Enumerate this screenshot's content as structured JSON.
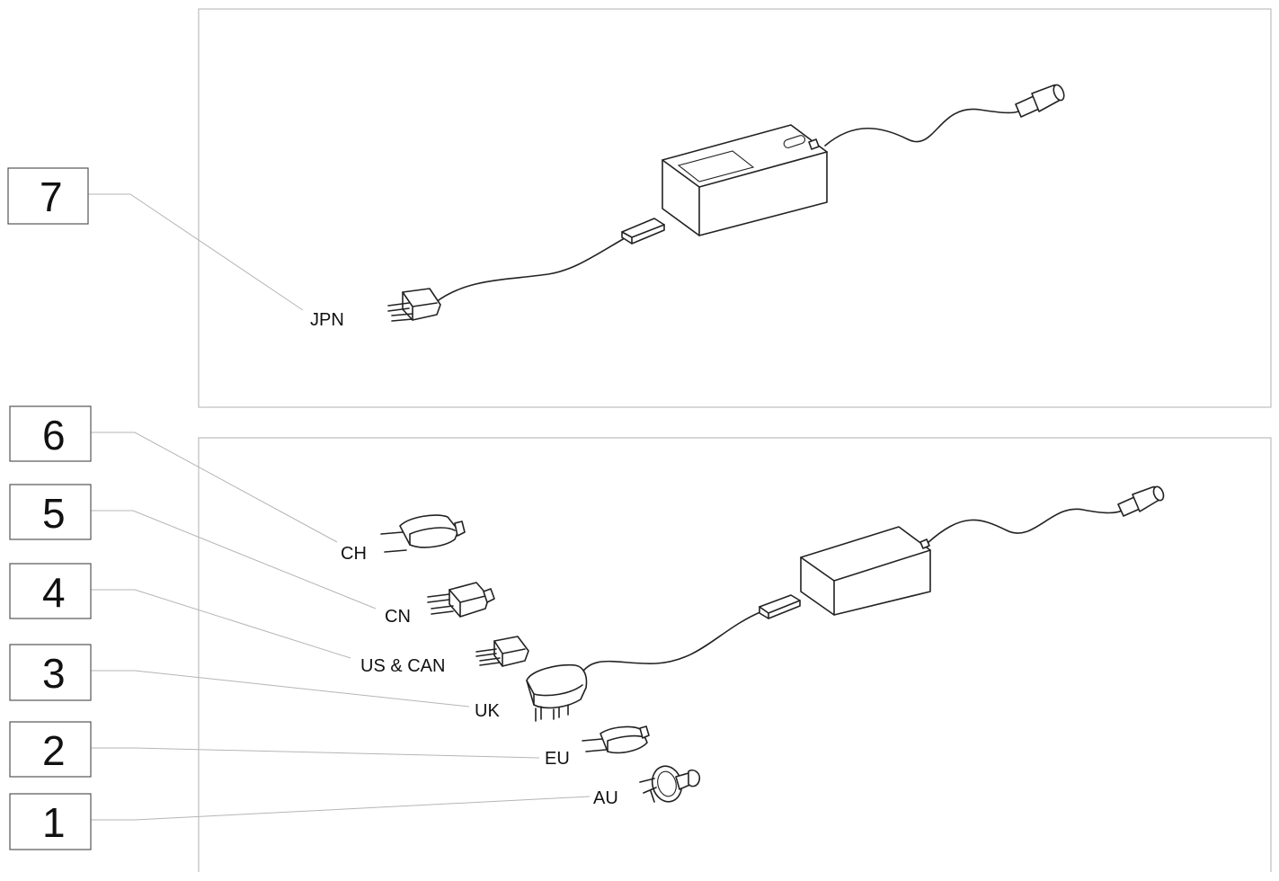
{
  "callouts": [
    {
      "number": "7",
      "label": "JPN"
    },
    {
      "number": "6",
      "label": "CH"
    },
    {
      "number": "5",
      "label": "CN"
    },
    {
      "number": "4",
      "label": "US & CAN"
    },
    {
      "number": "3",
      "label": "UK"
    },
    {
      "number": "2",
      "label": "EU"
    },
    {
      "number": "1",
      "label": "AU"
    }
  ]
}
